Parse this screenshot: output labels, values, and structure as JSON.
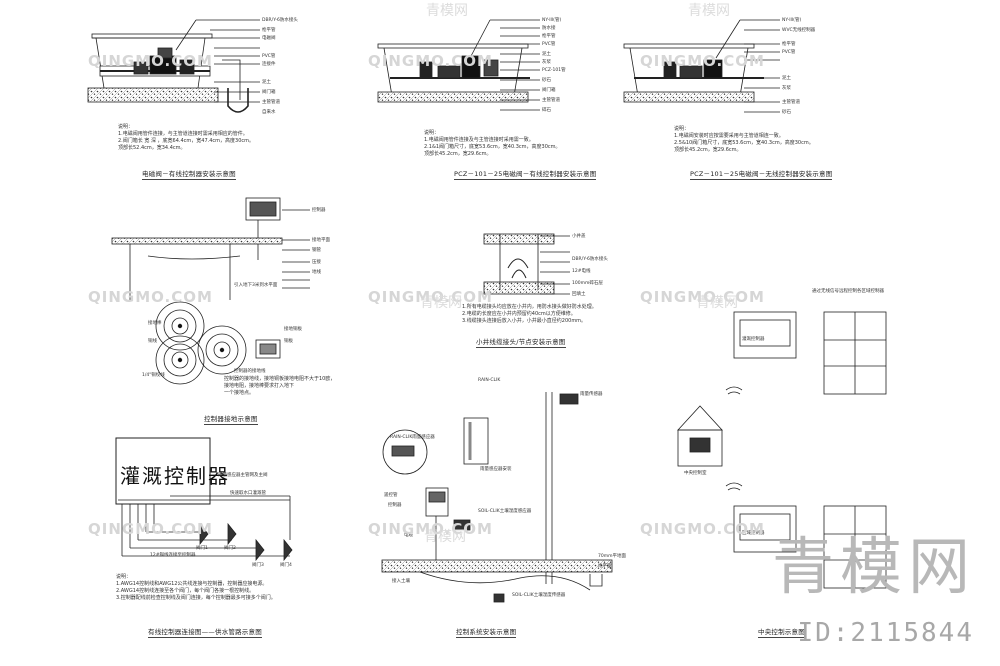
{
  "drawings": [
    {
      "caption": "电磁阀－有线控制器安装示意图",
      "labels": [
        "DBR/Y-6防水接头",
        "枪平管",
        "电磁阀",
        "PVC管",
        "连接件",
        "泥土",
        "阀门箱",
        "主管管道",
        "自来水"
      ],
      "notes": [
        "说明：",
        "1.电磁阀用管件连接，与主管道连接时需采用相应的管件。",
        "2.阀门箱长  宽  深 ，底宽64.4cm，宽47.4cm，高度30cm。",
        "顶部长52.4cm，宽34.4cm。"
      ]
    },
    {
      "caption": "PCZ－101－25电磁阀－有线控制器安装示意图",
      "labels": [
        "NY-III(管)",
        "防水接",
        "枪平管",
        "PVC管",
        "泥土",
        "灰浆",
        "PCZ-101管",
        "砂石",
        "阀门箱",
        "主管管道",
        "碎石"
      ],
      "notes": [
        "说明：",
        "1.电磁阀用管件连接及与主管连接时采用需一致。",
        "2.1&1阀门箱尺寸，底宽53.6cm，宽40.3cm，高度30cm。",
        "顶部长45.2cm，宽29.6cm。"
      ]
    },
    {
      "caption": "PCZ－101－25电磁阀－无线控制器安装示意图",
      "labels": [
        "NY-III(管)",
        "WVC无线控制器",
        "枪平管",
        "PVC管",
        "泥土",
        "灰浆",
        "主管管道",
        "砂石"
      ],
      "notes": [
        "说明：",
        "1.电磁阀安装时应按需要采用与主管道相连一致。",
        "2.5&10阀门箱尺寸，底宽53.6cm，宽40.3cm，高度30cm。",
        "顶部长45.2cm，宽29.6cm。"
      ]
    },
    {
      "caption": "控制器接地示意图",
      "labels": [
        "控制器",
        "接地平面",
        "钢管",
        "压接",
        "地线",
        "引入地下3米到水平面",
        "铜线",
        "接地棒",
        "铜板",
        "1/4\"铜绞线",
        "控制器的接地线",
        "接地铜板"
      ],
      "notes": [
        "控制器的接地线，接地铜板接地电阻不大于10欧，",
        "接地电阻，接地棒要求打入地下",
        "一个接地点。"
      ]
    },
    {
      "caption": "小井线缆接头/节点安装示意图",
      "labels": [
        "小井盖",
        "DBR/Y-6防水接头",
        "12#电线",
        "100mm碎石层",
        "回填土"
      ],
      "notes": [
        "1.所有电缆接头均应放在小井内，用防水接头做好防水处理。",
        "2.电缆的长度应在小井内预留约40cm以方便维修。",
        "3.线缆接头连接后放入小井，小井最小直径约200mm。"
      ]
    },
    {
      "caption": "控制系统安装示意图",
      "labels": [
        "RAIN-CLIK",
        "雨量传感器",
        "RAIN-CLIK雨量感应器",
        "雨量感应器安装",
        "控制器",
        "遥控管",
        "SOIL-CLIK土壤湿度感应器",
        "电缆",
        "接入土壤",
        "SOIL-CLIK土壤湿度传感器",
        "70mm平地面",
        "地平面"
      ],
      "notes": []
    },
    {
      "caption": "有线控制器连接图——供水管路示意图",
      "title": "灌溉控制器",
      "labels": [
        "雨量感应器主管网及主阀",
        "快速取水口灌溉管",
        "12#铜线连接至控制器",
        "阀门1",
        "阀门2",
        "阀门3",
        "阀门4"
      ],
      "notes": [
        "说明：",
        "1.AWG14控制线和AWG12公共线连接与控制器，控制器应接电源。",
        "2.AWG14控制线连接至各个阀门，每个阀门各接一根控制线。",
        "3.控制器配线前检查控制线及阀门连接，每个控制器最多可接多个阀门。"
      ]
    },
    {
      "caption": "中央控制示意图",
      "labels": [
        "灌溉控制器",
        "区域控制器"
      ],
      "notes": [
        "通过无线信号远程控制各区域控制器",
        "中央控制室"
      ]
    }
  ],
  "watermarks": {
    "brand": "QINGMO.COM",
    "cn": "青模网",
    "id": "ID:2115844"
  }
}
